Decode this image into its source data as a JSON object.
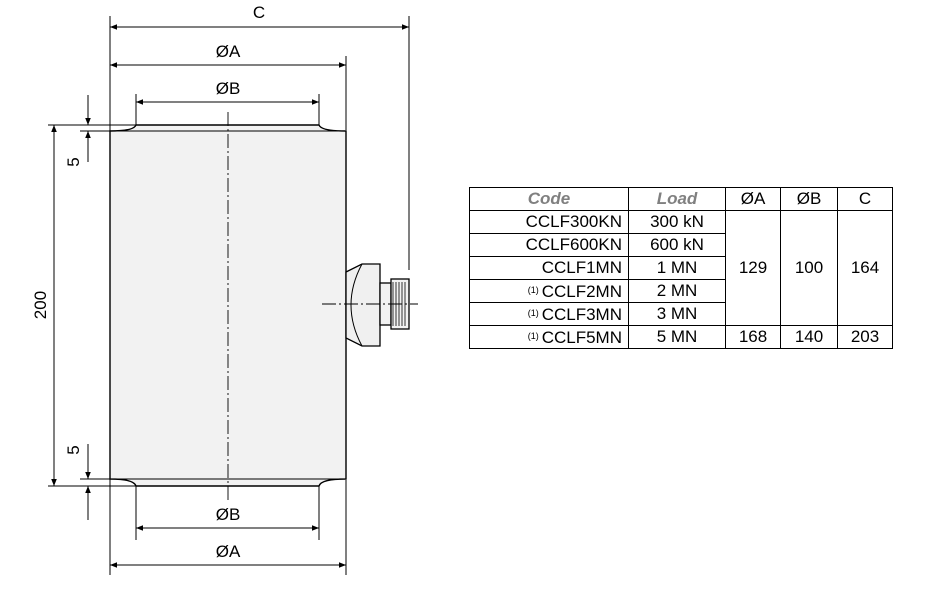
{
  "drawing": {
    "dimensions": {
      "overall_width": "C",
      "diameter_a_top": "ØA",
      "diameter_b_top": "ØB",
      "diameter_b_bottom": "ØB",
      "diameter_a_bottom": "ØA",
      "height": "200",
      "top_recess": "5",
      "bottom_recess": "5"
    },
    "line_color": "#000000",
    "body_color": "#f2f2f2"
  },
  "table": {
    "headers": {
      "code": "Code",
      "load": "Load",
      "a": "ØA",
      "b": "ØB",
      "c": "C"
    },
    "note_marker": "(1)",
    "rows": [
      {
        "code": "CCLF300KN",
        "load": "300 kN"
      },
      {
        "code": "CCLF600KN",
        "load": "600 kN"
      },
      {
        "code": "CCLF1MN",
        "load": "1 MN"
      },
      {
        "code": "CCLF2MN",
        "load": "2 MN"
      },
      {
        "code": "CCLF3MN",
        "load": "3 MN"
      },
      {
        "code": "CCLF5MN",
        "load": "5 MN"
      }
    ],
    "group_1": {
      "a": "129",
      "b": "100",
      "c": "164"
    },
    "group_2": {
      "a": "168",
      "b": "140",
      "c": "203"
    }
  }
}
